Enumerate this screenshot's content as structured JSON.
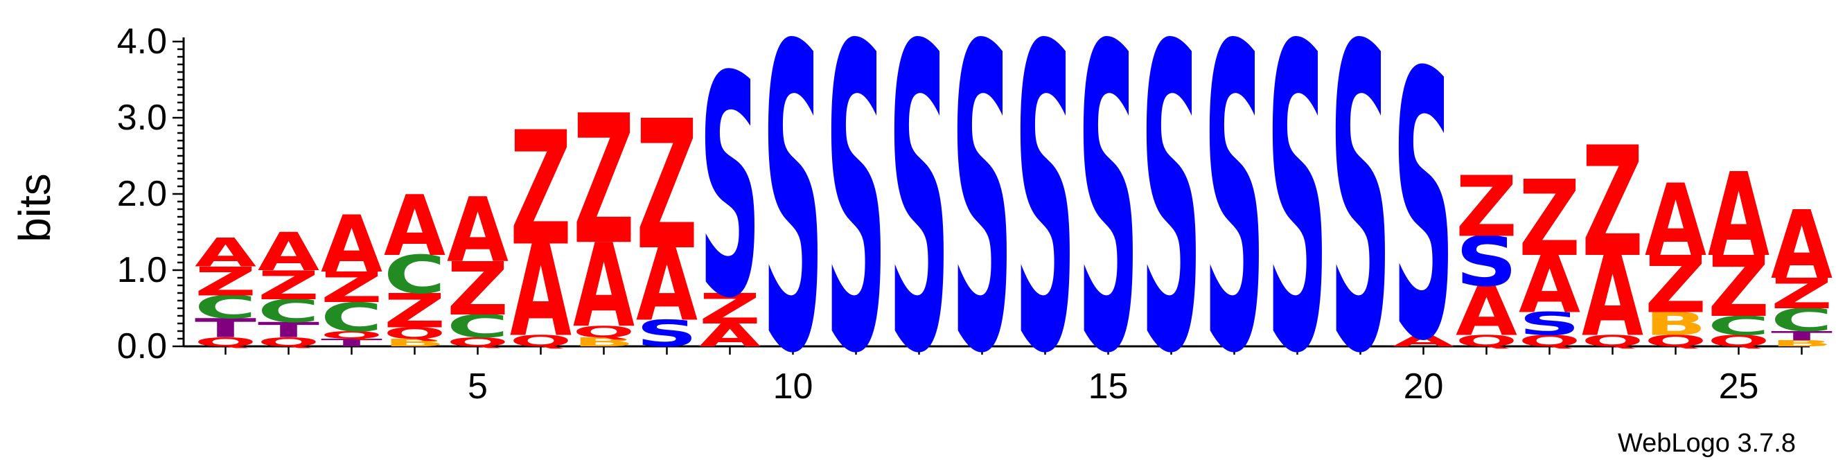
{
  "chart_data": {
    "type": "sequence-logo",
    "ylabel": "bits",
    "ylim": [
      0,
      4.0
    ],
    "y_ticks": [
      "0.0",
      "1.0",
      "2.0",
      "3.0",
      "4.0"
    ],
    "x_ticks": [
      {
        "pos": 5,
        "label": "5"
      },
      {
        "pos": 10,
        "label": "10"
      },
      {
        "pos": 15,
        "label": "15"
      },
      {
        "pos": 20,
        "label": "20"
      },
      {
        "pos": 25,
        "label": "25"
      }
    ],
    "positions": [
      1,
      2,
      3,
      4,
      5,
      6,
      7,
      8,
      9,
      10,
      11,
      12,
      13,
      14,
      15,
      16,
      17,
      18,
      19,
      20,
      21,
      22,
      23,
      24,
      25,
      26
    ],
    "colors": {
      "A": "#ff0000",
      "Z": "#ff0000",
      "S": "#0000ff",
      "C": "#228b22",
      "T": "#800080",
      "B": "#ffa500",
      "Q": "#ff0000"
    },
    "stacks": [
      [
        {
          "l": "Q",
          "h": 0.12
        },
        {
          "l": "T",
          "h": 0.25
        },
        {
          "l": "C",
          "h": 0.3
        },
        {
          "l": "Z",
          "h": 0.38
        },
        {
          "l": "A",
          "h": 0.38
        }
      ],
      [
        {
          "l": "Q",
          "h": 0.12
        },
        {
          "l": "T",
          "h": 0.2
        },
        {
          "l": "C",
          "h": 0.3
        },
        {
          "l": "Z",
          "h": 0.38
        },
        {
          "l": "A",
          "h": 0.5
        }
      ],
      [
        {
          "l": "T",
          "h": 0.1
        },
        {
          "l": "Q",
          "h": 0.1
        },
        {
          "l": "C",
          "h": 0.38
        },
        {
          "l": "Z",
          "h": 0.4
        },
        {
          "l": "A",
          "h": 0.75
        }
      ],
      [
        {
          "l": "B",
          "h": 0.1
        },
        {
          "l": "Q",
          "h": 0.15
        },
        {
          "l": "Z",
          "h": 0.45
        },
        {
          "l": "C",
          "h": 0.5
        },
        {
          "l": "A",
          "h": 0.8
        }
      ],
      [
        {
          "l": "Q",
          "h": 0.12
        },
        {
          "l": "C",
          "h": 0.3
        },
        {
          "l": "Z",
          "h": 0.7
        },
        {
          "l": "A",
          "h": 0.85
        }
      ],
      [
        {
          "l": "Q",
          "h": 0.15
        },
        {
          "l": "A",
          "h": 1.2
        },
        {
          "l": "Z",
          "h": 1.5
        }
      ],
      [
        {
          "l": "B",
          "h": 0.12
        },
        {
          "l": "Q",
          "h": 0.15
        },
        {
          "l": "A",
          "h": 1.1
        },
        {
          "l": "Z",
          "h": 1.7
        }
      ],
      [
        {
          "l": "S",
          "h": 0.35
        },
        {
          "l": "A",
          "h": 0.95
        },
        {
          "l": "Z",
          "h": 1.7
        }
      ],
      [
        {
          "l": "A",
          "h": 0.3
        },
        {
          "l": "Z",
          "h": 0.4
        },
        {
          "l": "S",
          "h": 2.9
        }
      ],
      [
        {
          "l": "S",
          "h": 4.0
        }
      ],
      [
        {
          "l": "S",
          "h": 4.0
        }
      ],
      [
        {
          "l": "S",
          "h": 4.0
        }
      ],
      [
        {
          "l": "S",
          "h": 4.0
        }
      ],
      [
        {
          "l": "S",
          "h": 4.0
        }
      ],
      [
        {
          "l": "S",
          "h": 4.0
        }
      ],
      [
        {
          "l": "S",
          "h": 4.0
        }
      ],
      [
        {
          "l": "S",
          "h": 4.0
        }
      ],
      [
        {
          "l": "S",
          "h": 4.0
        }
      ],
      [
        {
          "l": "S",
          "h": 4.0
        }
      ],
      [
        {
          "l": "A",
          "h": 0.15
        },
        {
          "l": "S",
          "h": 3.5
        }
      ],
      [
        {
          "l": "Q",
          "h": 0.15
        },
        {
          "l": "A",
          "h": 0.65
        },
        {
          "l": "S",
          "h": 0.65
        },
        {
          "l": "Z",
          "h": 0.8
        }
      ],
      [
        {
          "l": "Q",
          "h": 0.15
        },
        {
          "l": "S",
          "h": 0.3
        },
        {
          "l": "A",
          "h": 0.75
        },
        {
          "l": "Z",
          "h": 1.0
        }
      ],
      [
        {
          "l": "Q",
          "h": 0.15
        },
        {
          "l": "A",
          "h": 1.05
        },
        {
          "l": "Z",
          "h": 1.45
        }
      ],
      [
        {
          "l": "Q",
          "h": 0.15
        },
        {
          "l": "B",
          "h": 0.3
        },
        {
          "l": "Z",
          "h": 0.75
        },
        {
          "l": "A",
          "h": 0.95
        }
      ],
      [
        {
          "l": "Q",
          "h": 0.15
        },
        {
          "l": "C",
          "h": 0.25
        },
        {
          "l": "Z",
          "h": 0.8
        },
        {
          "l": "A",
          "h": 1.1
        }
      ],
      [
        {
          "l": "B",
          "h": 0.08
        },
        {
          "l": "T",
          "h": 0.12
        },
        {
          "l": "C",
          "h": 0.3
        },
        {
          "l": "Z",
          "h": 0.4
        },
        {
          "l": "A",
          "h": 0.9
        }
      ]
    ]
  },
  "footer": {
    "version": "WebLogo 3.7.8"
  }
}
